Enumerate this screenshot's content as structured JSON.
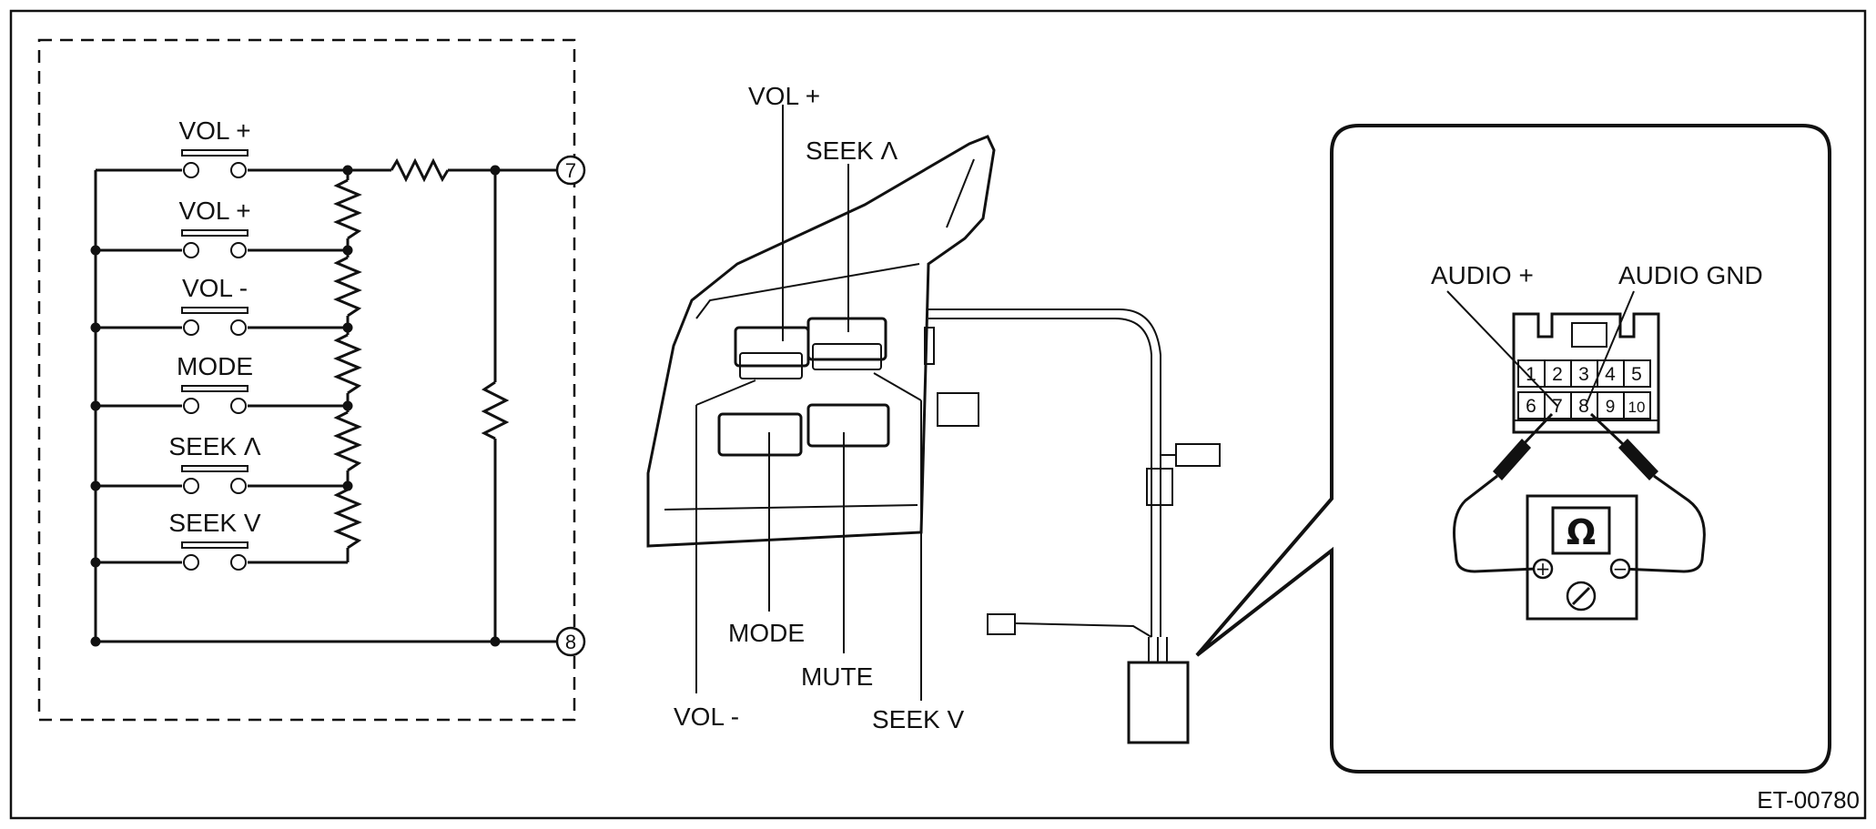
{
  "schematic": {
    "switches": [
      "VOL +",
      "VOL +",
      "VOL -",
      "MODE",
      "SEEK Λ",
      "SEEK V"
    ],
    "terminals": [
      "7",
      "8"
    ]
  },
  "illustration": {
    "labels": {
      "vol_plus": "VOL +",
      "seek_up": "SEEK Λ",
      "mode": "MODE",
      "mute": "MUTE",
      "vol_minus": "VOL -",
      "seek_down": "SEEK V"
    }
  },
  "connector": {
    "audio_plus_label": "AUDIO +",
    "audio_gnd_label": "AUDIO GND",
    "pins_top": [
      "1",
      "2",
      "3",
      "4",
      "5"
    ],
    "pins_bottom": [
      "6",
      "7",
      "8",
      "9",
      "10"
    ],
    "meter_symbol": "Ω",
    "meter_plus": "+",
    "meter_minus": "−"
  },
  "figure_code": "ET-00780"
}
